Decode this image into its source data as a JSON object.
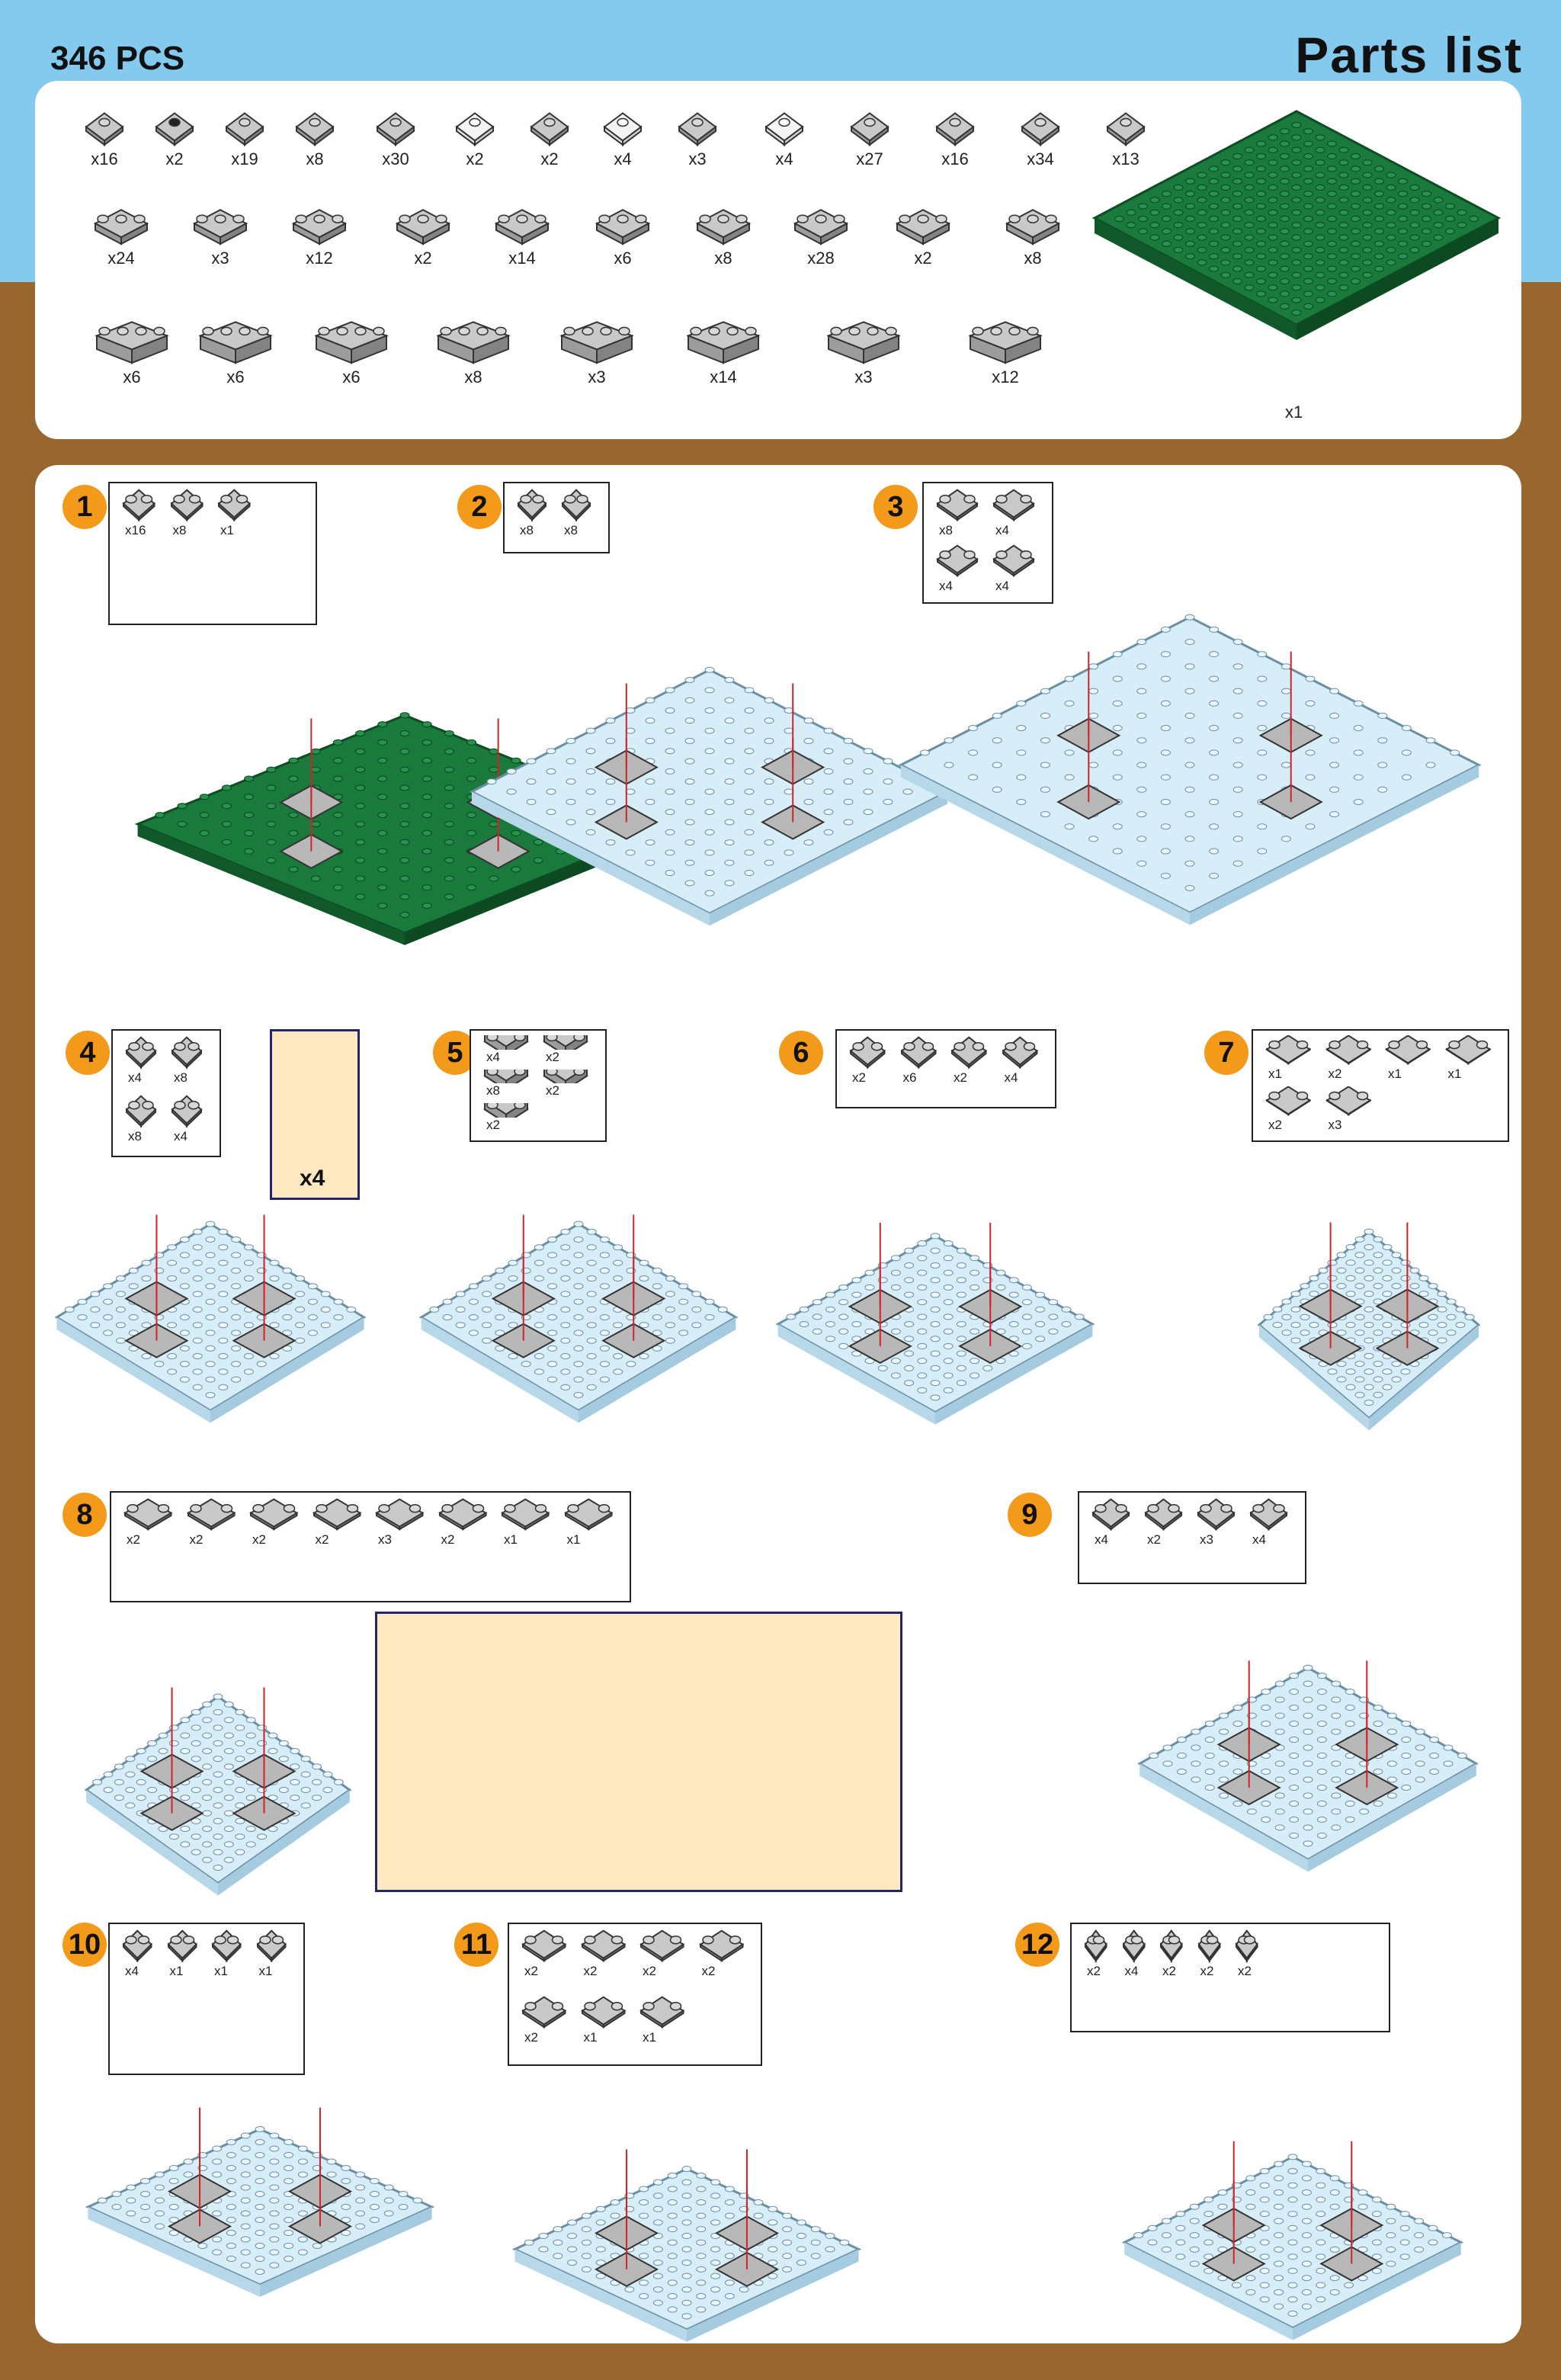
{
  "header": {
    "pcs": "346 PCS",
    "title": "Parts list"
  },
  "parts_list": [
    {
      "count": "x16",
      "icon": "brick-1x1-round"
    },
    {
      "count": "x2",
      "icon": "brick-1x1-round-black"
    },
    {
      "count": "x19",
      "icon": "plate-1x1-round"
    },
    {
      "count": "x8",
      "icon": "slope-1x1"
    },
    {
      "count": "x30",
      "icon": "slope-1x2"
    },
    {
      "count": "x2",
      "icon": "slope-1x2-white"
    },
    {
      "count": "x2",
      "icon": "brick-1x1-tall"
    },
    {
      "count": "x4",
      "icon": "plate-round-white"
    },
    {
      "count": "x3",
      "icon": "plate-1x2"
    },
    {
      "count": "x4",
      "icon": "plate-1x2-white"
    },
    {
      "count": "x27",
      "icon": "plate-1x2-stud"
    },
    {
      "count": "x16",
      "icon": "slope-2x1"
    },
    {
      "count": "x34",
      "icon": "slope-2x2"
    },
    {
      "count": "x13",
      "icon": "brick-1x1"
    },
    {
      "count": "x24",
      "icon": "plate-2x2-corner"
    },
    {
      "count": "x3",
      "icon": "slope-2x2-inv"
    },
    {
      "count": "x12",
      "icon": "brick-2x2"
    },
    {
      "count": "x2",
      "icon": "tile-1x4"
    },
    {
      "count": "x14",
      "icon": "plate-1x3"
    },
    {
      "count": "x6",
      "icon": "slope-1x3"
    },
    {
      "count": "x8",
      "icon": "plate-2x3-corner"
    },
    {
      "count": "x28",
      "icon": "plate-2x3"
    },
    {
      "count": "x2",
      "icon": "tile-1x6"
    },
    {
      "count": "x8",
      "icon": "plate-1x4"
    },
    {
      "count": "x6",
      "icon": "brick-2x3"
    },
    {
      "count": "x6",
      "icon": "plate-2x4"
    },
    {
      "count": "x6",
      "icon": "brick-2x4"
    },
    {
      "count": "x8",
      "icon": "plate-2x4b"
    },
    {
      "count": "x3",
      "icon": "plate-1x6"
    },
    {
      "count": "x14",
      "icon": "plate-2x6"
    },
    {
      "count": "x3",
      "icon": "brick-2x6"
    },
    {
      "count": "x12",
      "icon": "plate-2x8"
    },
    {
      "count": "x1",
      "icon": "baseplate-green"
    }
  ],
  "steps": [
    {
      "n": "1",
      "parts": [
        "x16",
        "x8",
        "x1"
      ]
    },
    {
      "n": "2",
      "parts": [
        "x8",
        "x8"
      ]
    },
    {
      "n": "3",
      "parts": [
        "x8",
        "x4",
        "x4",
        "x4"
      ]
    },
    {
      "n": "4",
      "parts": [
        "x4",
        "x8",
        "x8",
        "x4"
      ],
      "callout": "x4"
    },
    {
      "n": "5",
      "parts": [
        "x4",
        "x2",
        "x8",
        "x2",
        "x2"
      ]
    },
    {
      "n": "6",
      "parts": [
        "x2",
        "x6",
        "x2",
        "x4"
      ]
    },
    {
      "n": "7",
      "parts": [
        "x1",
        "x2",
        "x1",
        "x1",
        "x2",
        "x3"
      ]
    },
    {
      "n": "8",
      "parts": [
        "x2",
        "x2",
        "x2",
        "x2",
        "x3",
        "x2",
        "x1",
        "x1"
      ]
    },
    {
      "n": "9",
      "parts": [
        "x4",
        "x2",
        "x3",
        "x4"
      ]
    },
    {
      "n": "10",
      "parts": [
        "x4",
        "x1",
        "x1",
        "x1"
      ]
    },
    {
      "n": "11",
      "parts": [
        "x2",
        "x2",
        "x2",
        "x2",
        "x2",
        "x1",
        "x1"
      ]
    },
    {
      "n": "12",
      "parts": [
        "x2",
        "x4",
        "x2",
        "x2",
        "x2"
      ]
    }
  ],
  "colors": {
    "sky": "#84c9ee",
    "ground": "#98672f",
    "badge": "#f39a1a",
    "brick": "#a3a3a3",
    "ice": "#d7eef8",
    "green": "#17733a",
    "navy": "#25266a",
    "pink": "#c21e6a",
    "cyan": "#2a9fd0"
  }
}
